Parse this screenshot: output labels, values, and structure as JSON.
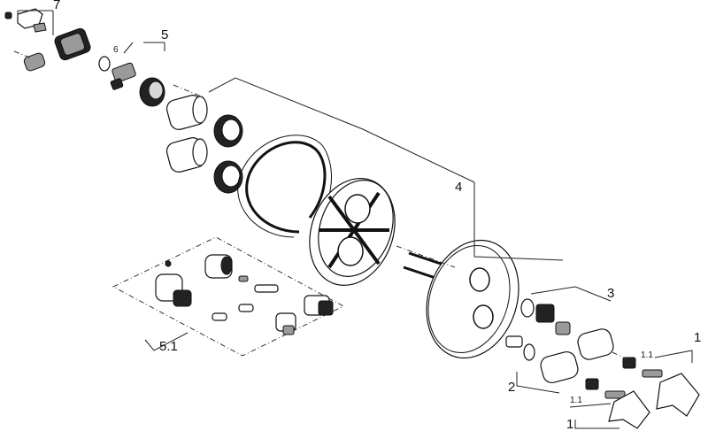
{
  "diagram": {
    "callouts": [
      {
        "id": "c1a",
        "text": "1"
      },
      {
        "id": "c1b",
        "text": "1"
      },
      {
        "id": "c11a",
        "text": "1.1"
      },
      {
        "id": "c11b",
        "text": "1.1"
      },
      {
        "id": "c2",
        "text": "2"
      },
      {
        "id": "c3",
        "text": "3"
      },
      {
        "id": "c4",
        "text": "4"
      },
      {
        "id": "c5",
        "text": "5"
      },
      {
        "id": "c51",
        "text": "5.1"
      },
      {
        "id": "c6",
        "text": "6"
      },
      {
        "id": "c7",
        "text": "7"
      }
    ]
  }
}
